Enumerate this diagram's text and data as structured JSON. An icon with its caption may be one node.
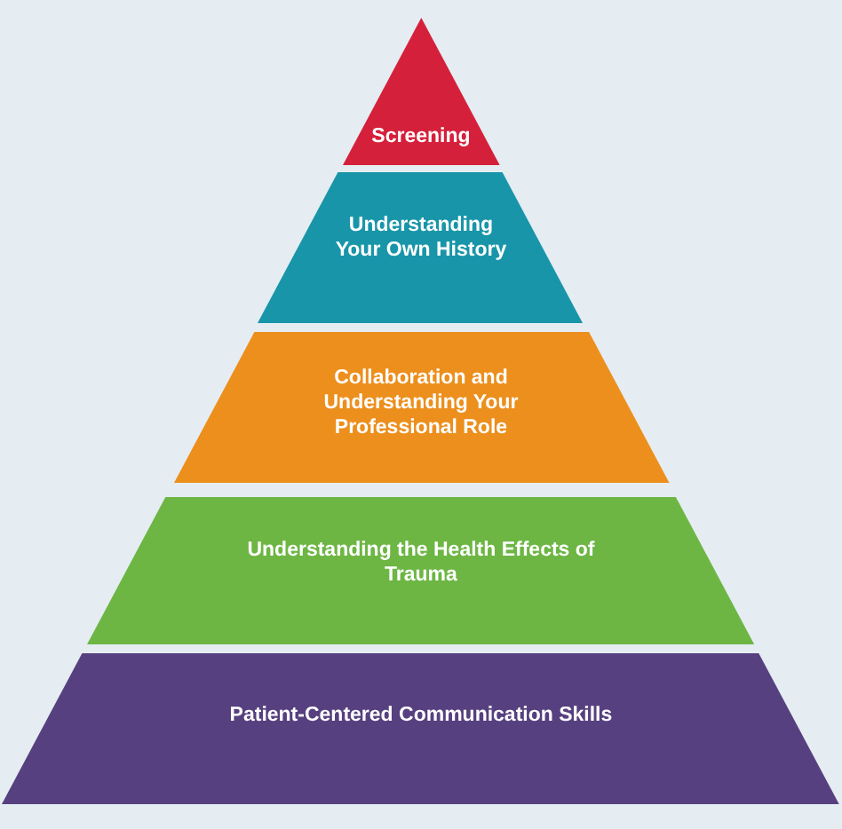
{
  "diagram": {
    "nodes": [
      {
        "text": [
          "Screening"
        ]
      },
      {
        "text": [
          "Understanding Your Own History"
        ]
      },
      {
        "text": [
          "Collaboration and Understanding Your Professional Role"
        ]
      },
      {
        "text": [
          "Understanding the Health Effects of Trauma"
        ]
      },
      {
        "text": [
          "Patient-Centered Communication Skills"
        ]
      }
    ]
  }
}
